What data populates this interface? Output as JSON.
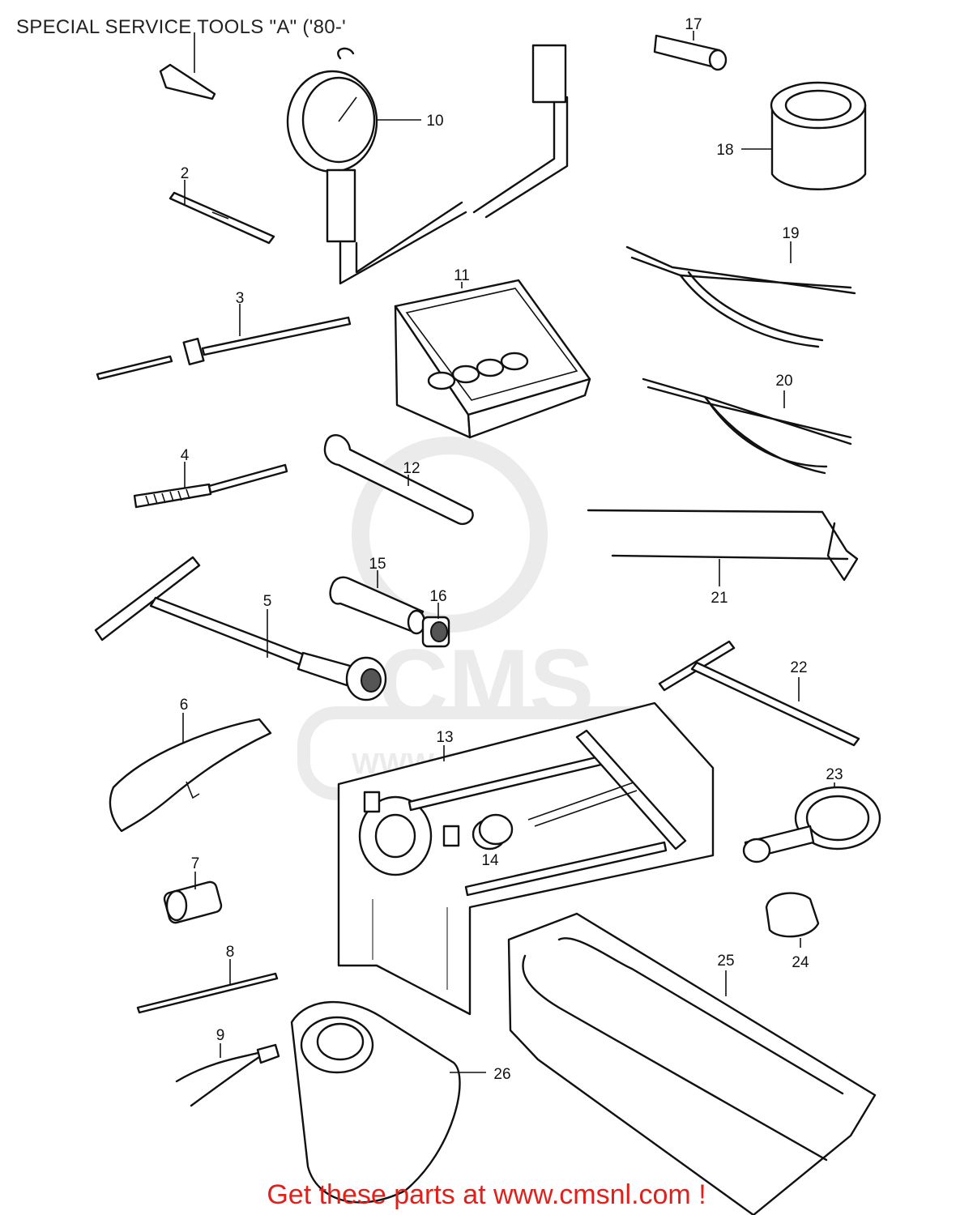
{
  "title": "SPECIAL SERVICE TOOLS \"A\" ('80-'",
  "footer": "Get these parts at www.cmsnl.com !",
  "watermark": {
    "brand": "CMS",
    "url": "WWW.CMSNL.COM"
  },
  "colors": {
    "footer_text": "#e0211b",
    "line_art": "#111111",
    "watermark": "#e9e9e9"
  },
  "parts": [
    {
      "id": "1",
      "label": ""
    },
    {
      "id": "2",
      "label": "2"
    },
    {
      "id": "3",
      "label": "3"
    },
    {
      "id": "4",
      "label": "4"
    },
    {
      "id": "5",
      "label": "5"
    },
    {
      "id": "6",
      "label": "6"
    },
    {
      "id": "7",
      "label": "7"
    },
    {
      "id": "8",
      "label": "8"
    },
    {
      "id": "9",
      "label": "9"
    },
    {
      "id": "10",
      "label": "10"
    },
    {
      "id": "11",
      "label": "11"
    },
    {
      "id": "12",
      "label": "12"
    },
    {
      "id": "13",
      "label": "13"
    },
    {
      "id": "14",
      "label": "14"
    },
    {
      "id": "15",
      "label": "15"
    },
    {
      "id": "16",
      "label": "16"
    },
    {
      "id": "17",
      "label": "17"
    },
    {
      "id": "18",
      "label": "18"
    },
    {
      "id": "19",
      "label": "19"
    },
    {
      "id": "20",
      "label": "20"
    },
    {
      "id": "21",
      "label": "21"
    },
    {
      "id": "22",
      "label": "22"
    },
    {
      "id": "23",
      "label": "23"
    },
    {
      "id": "24",
      "label": "24"
    },
    {
      "id": "25",
      "label": "25"
    },
    {
      "id": "26",
      "label": "26"
    }
  ]
}
